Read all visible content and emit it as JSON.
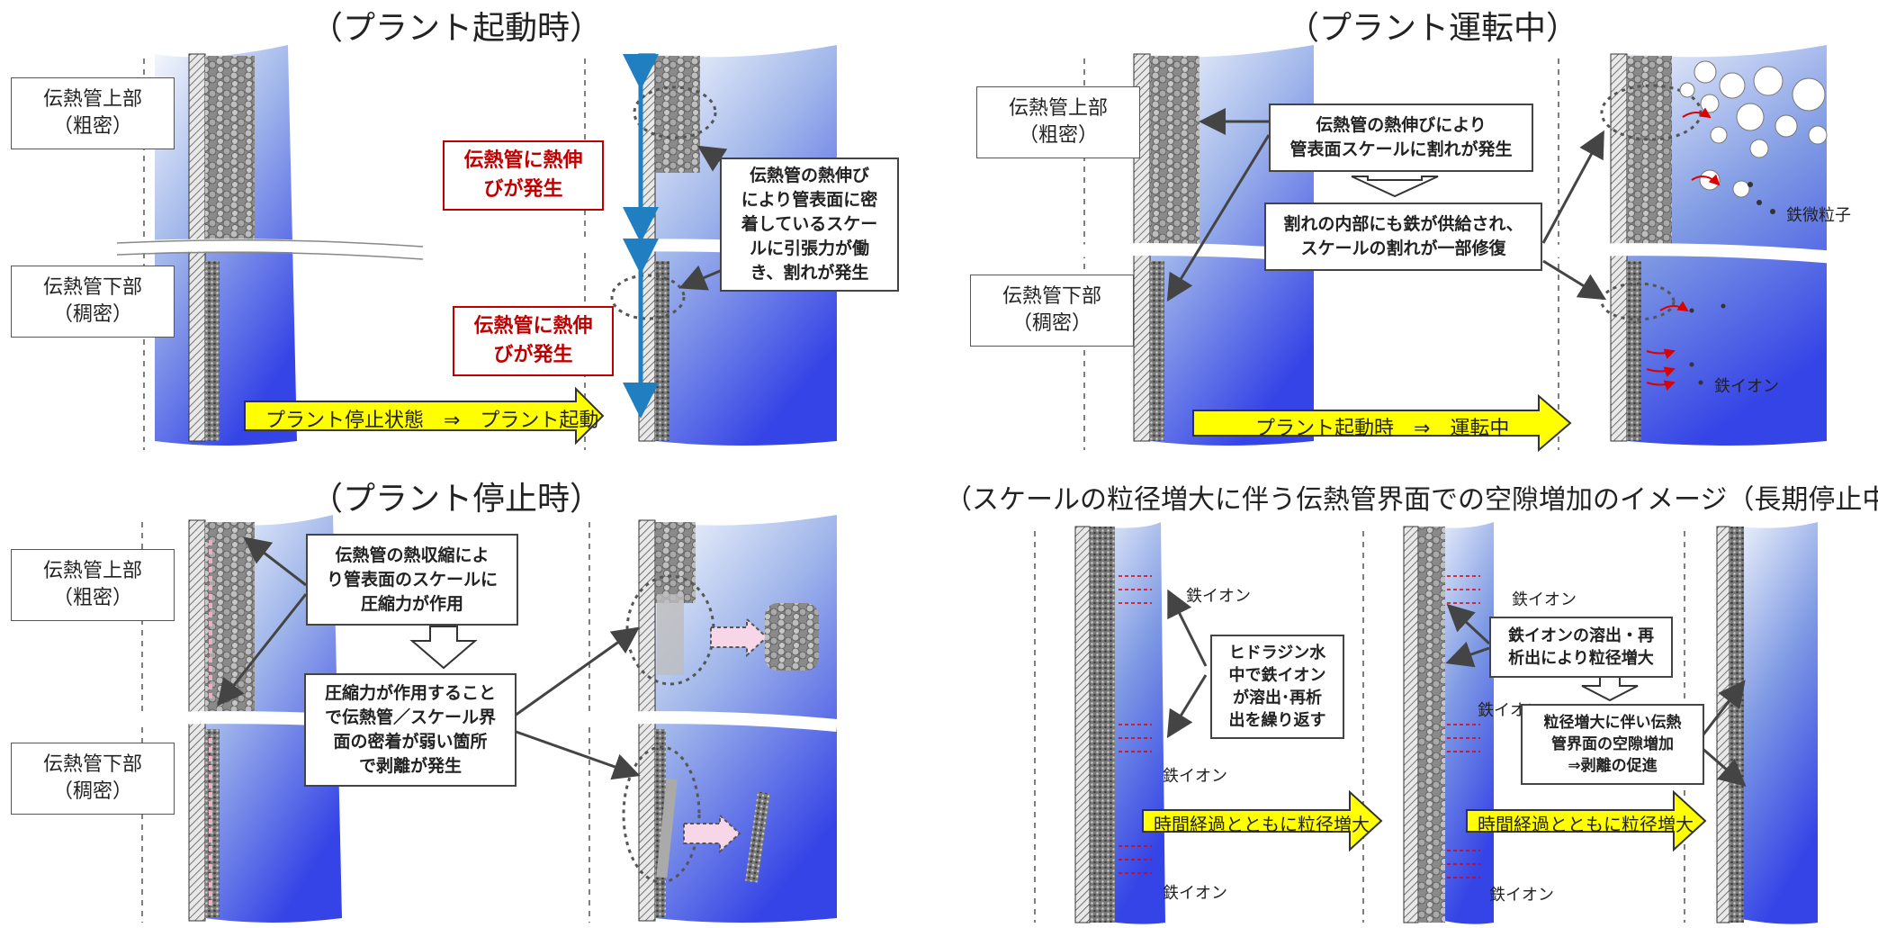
{
  "panels": {
    "startup": {
      "title": "（プラント起動時）",
      "upper_label": [
        "伝熱管上部",
        "（粗密）"
      ],
      "lower_label": [
        "伝熱管下部",
        "（稠密）"
      ],
      "red_note_1": [
        "伝熱管に熱伸",
        "びが発生"
      ],
      "red_note_2": [
        "伝熱管に熱伸",
        "びが発生"
      ],
      "explanation": [
        "伝熱管の熱伸び",
        "により管表面に密",
        "着しているスケー",
        "ルに引張力が働",
        "き、割れが発生"
      ],
      "arrow_text": "プラント停止状態　⇒　プラント起動"
    },
    "operation": {
      "title": "（プラント運転中）",
      "upper_label": [
        "伝熱管上部",
        "（粗密）"
      ],
      "lower_label": [
        "伝熱管下部",
        "（稠密）"
      ],
      "note_1": [
        "伝熱管の熱伸びにより",
        "管表面スケールに割れが発生"
      ],
      "note_2": [
        "割れの内部にも鉄が供給され、",
        "スケールの割れが一部修復"
      ],
      "iron_particle_label": "鉄微粒子",
      "iron_ion_label": "鉄イオン",
      "arrow_text": "プラント起動時　⇒　運転中"
    },
    "shutdown": {
      "title": "（プラント停止時）",
      "upper_label": [
        "伝熱管上部",
        "（粗密）"
      ],
      "lower_label": [
        "伝熱管下部",
        "（稠密）"
      ],
      "note_1": [
        "伝熱管の熱収縮によ",
        "り管表面のスケールに",
        "圧縮力が作用"
      ],
      "note_2": [
        "圧縮力が作用すること",
        "で伝熱管／スケール界",
        "面の密着が弱い箇所",
        "で剥離が発生"
      ]
    },
    "long_term": {
      "title": "（スケールの粒径増大に伴う伝熱管界面での空隙増加のイメージ（長期停止中））",
      "iron_ion_1": "鉄イオン",
      "iron_ion_2": "鉄イオン",
      "iron_ion_3": "鉄イオン",
      "iron_ion_4": "鉄イオン",
      "iron_ion_5": "鉄イオン",
      "iron_ion_6": "鉄イオン",
      "note_1": [
        "ヒドラジン水",
        "中で鉄イオン",
        "が溶出･再析",
        "出を繰り返す"
      ],
      "note_2": [
        "鉄イオンの溶出・再",
        "析出により粒径増大"
      ],
      "note_3": [
        "粒径増大に伴い伝熱",
        "管界面の空隙増加",
        "⇒剥離の促進"
      ],
      "arrow_text_1": "時間経過とともに粒径増大",
      "arrow_text_2": "時間経過とともに粒径増大"
    }
  },
  "colors": {
    "water_top": "#f4f8fd",
    "water_bottom": "#3a46e6",
    "tube_wall": "#9a9a9a",
    "scale": "#6f6f6f",
    "highlight_red": "#c00000",
    "arrow_yellow": "#ffff00",
    "double_arrow_blue": "#1f7fc1"
  }
}
